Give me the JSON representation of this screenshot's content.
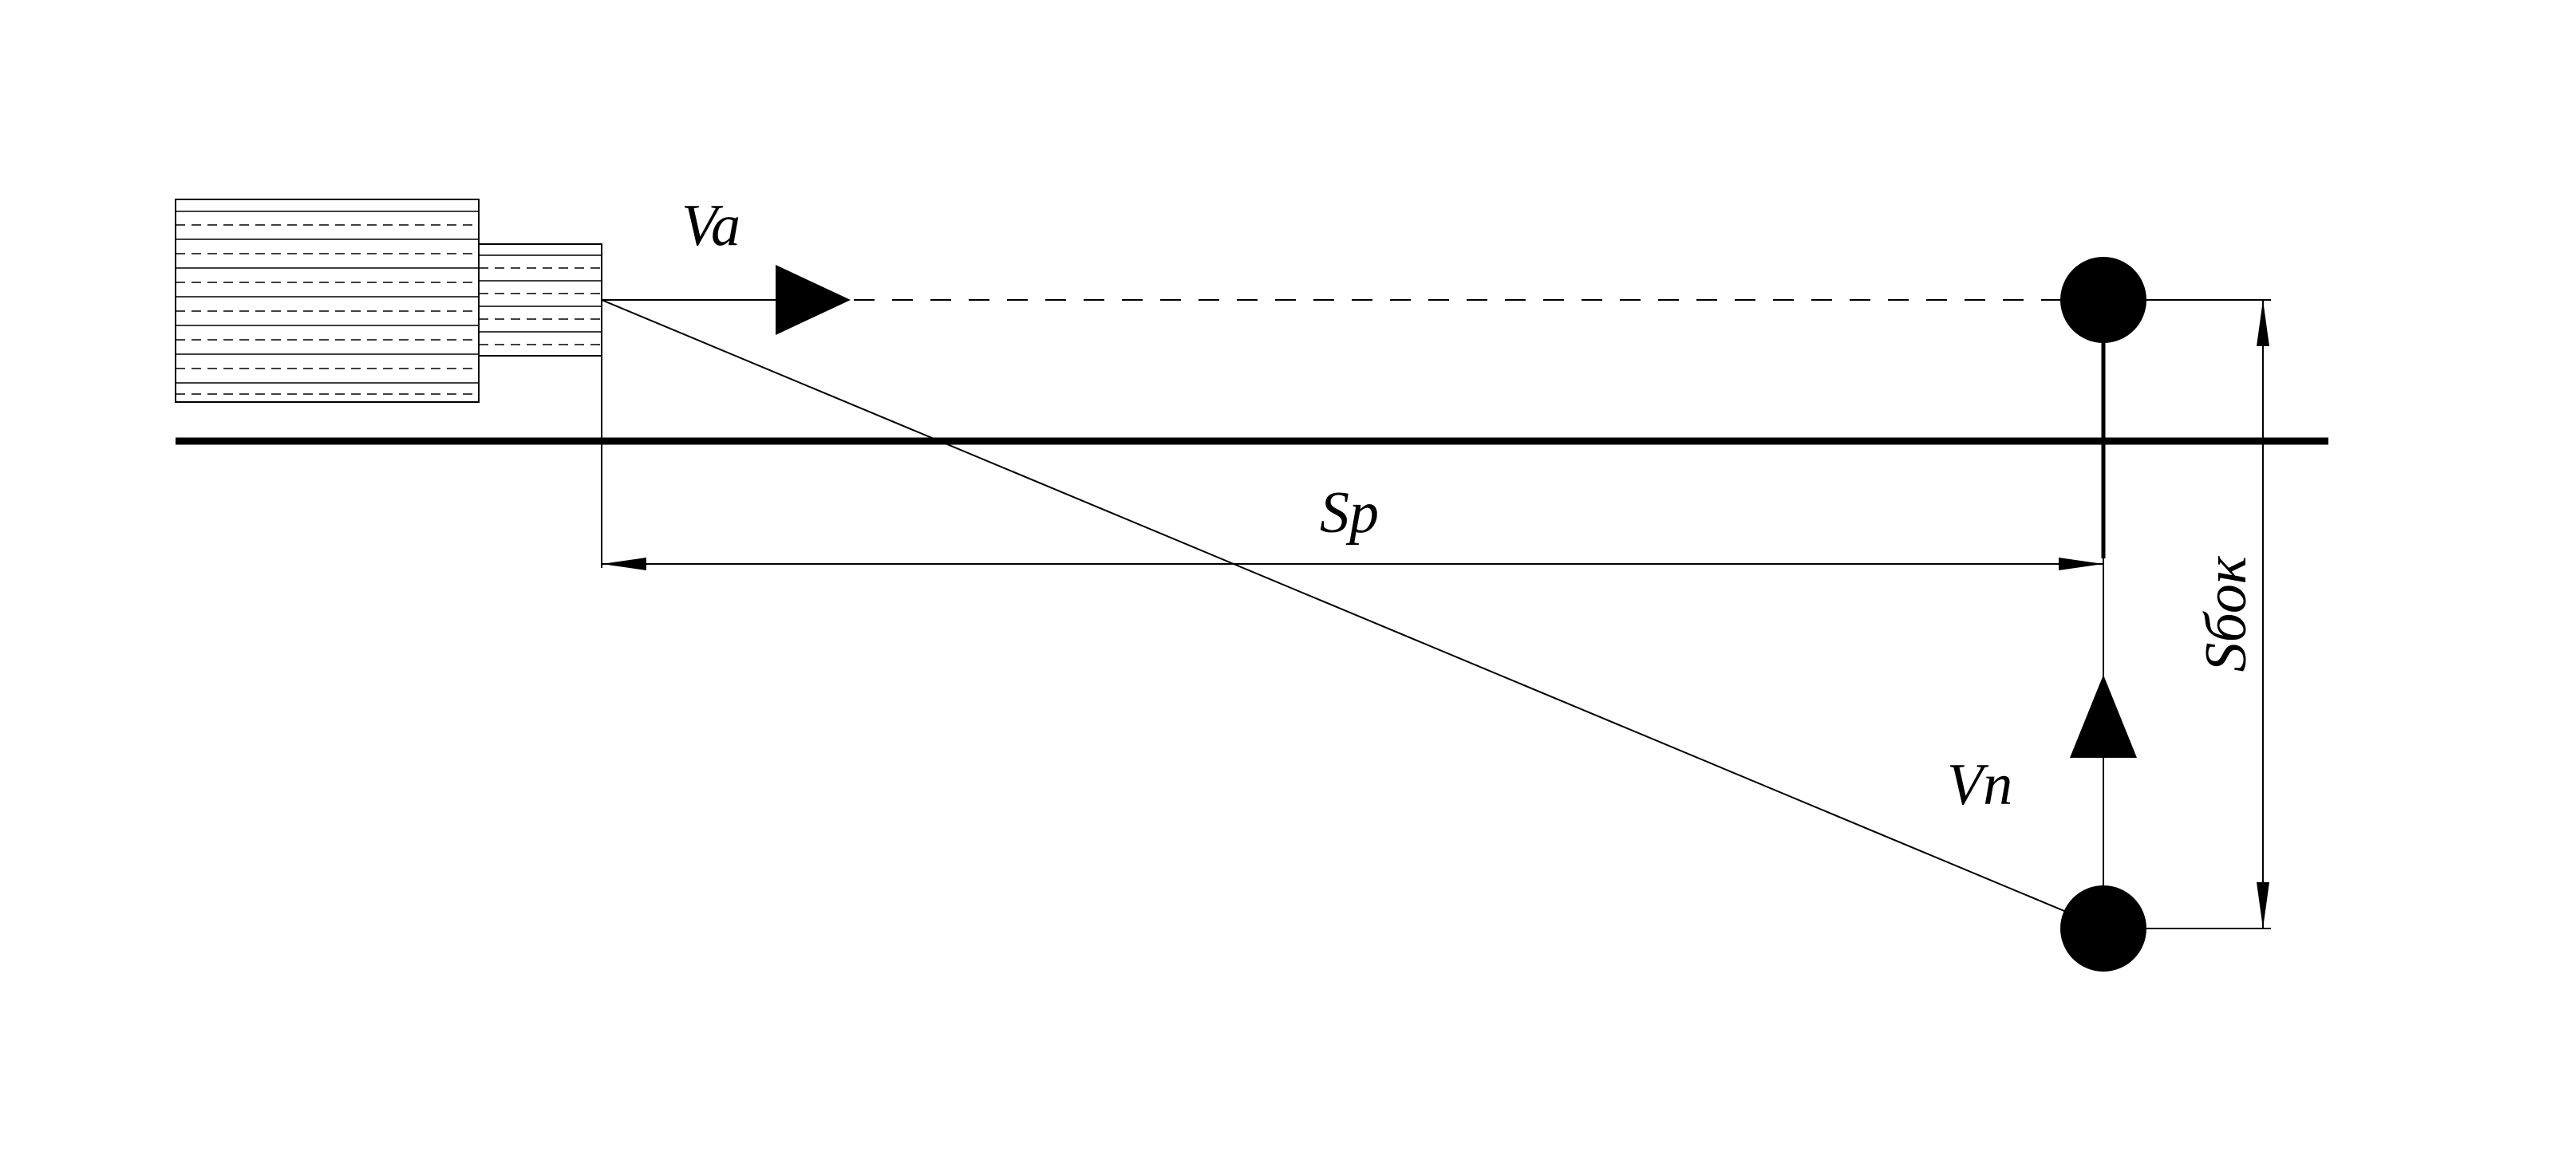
{
  "labels": {
    "vehicle_speed": "Va",
    "pedestrian_speed": "Vn",
    "longitudinal_distance": "Sp",
    "lateral_distance": "Sбок"
  },
  "colors": {
    "ink": "#000000",
    "background": "#ffffff"
  }
}
